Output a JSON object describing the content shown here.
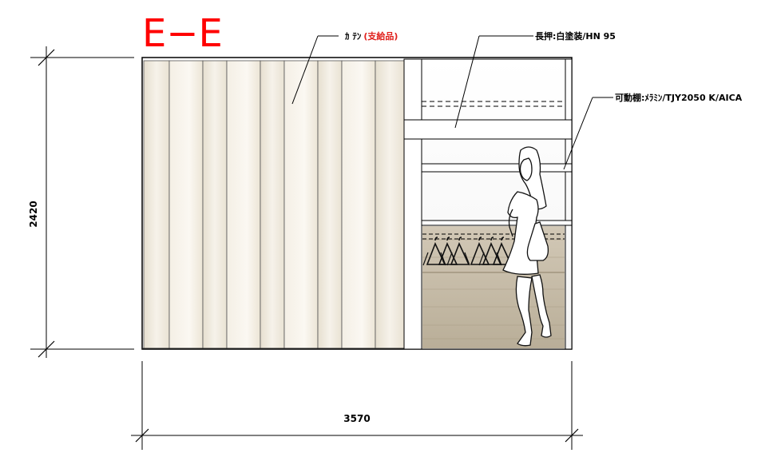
{
  "drawing": {
    "title": "E−E",
    "dimension_height": "2420",
    "dimension_width": "3570"
  },
  "callouts": {
    "curtain_label": "ｶ ﾃﾝ",
    "curtain_supplied": "(支給品)",
    "pole_label": "長押:白塗装/HN 95",
    "shelf_label": "可動棚:ﾒﾗﾐﾝ/TJY2050 K/AICA"
  },
  "colors": {
    "title": "#ff0000",
    "curtain_note": "#e0201c",
    "curtain_fill": "#f2ecdf",
    "floor": "#c8bda9"
  }
}
